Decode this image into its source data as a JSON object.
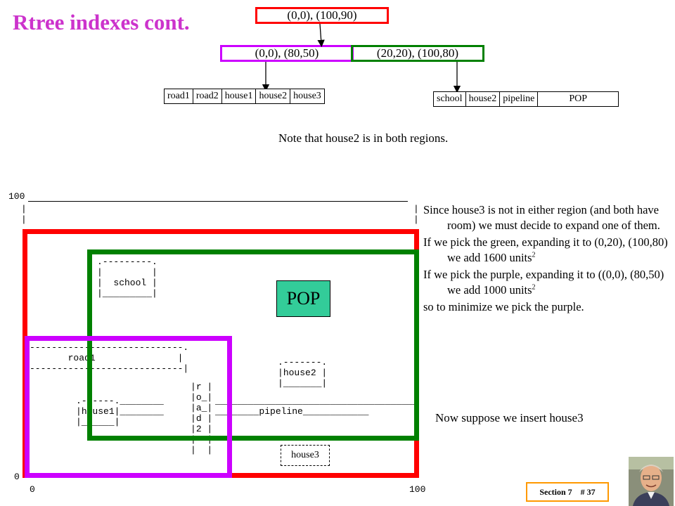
{
  "title": "Rtree indexes cont.",
  "tree": {
    "root_label": "(0,0),  (100,90)",
    "purple_label": "(0,0),  (80,50)",
    "green_label": "(20,20),  (100,80)",
    "left_leaf": [
      "road1",
      "road2",
      "house1",
      "house2",
      "house3"
    ],
    "right_leaf": [
      "school",
      "house2",
      "pipeline",
      "POP"
    ]
  },
  "note": "Note that house2 is in both regions.",
  "plot": {
    "y_max": "100",
    "y_min": "0",
    "x_min": "0",
    "x_max": "100",
    "school": "school",
    "road1": "road1",
    "house2": "house2",
    "house1": "house1",
    "pipeline": "pipeline",
    "road_vertical": [
      "r",
      "o",
      "a",
      "d",
      "2"
    ],
    "pop": "POP",
    "house3": "house3"
  },
  "explanation": [
    "Since house3 is not in either region (and both have room) we must decide to expand one of them.",
    "If we pick the green, expanding it to (0,20), (100,80) we add 1600 units",
    "If we pick the purple, expanding it to ((0,0), (80,50) we add 1000 units",
    "so to minimize we pick the purple."
  ],
  "superscript": "2",
  "suppose": "Now suppose we insert house3",
  "footer": {
    "section": "Section 7    # 37"
  },
  "colors": {
    "title": "#cc33cc",
    "red_region": "#ff0000",
    "green_region": "#008000",
    "purple_region": "#cc00ff",
    "pop_fill": "#33cc99",
    "footer_border": "#ff9900"
  }
}
